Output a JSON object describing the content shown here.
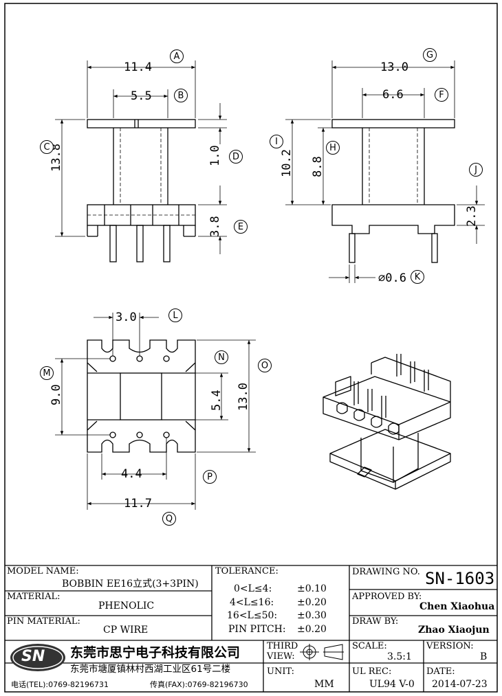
{
  "dimensions": {
    "a": "11.4",
    "b": "5.5",
    "c": "13.8",
    "d": "1.0",
    "e": "3.8",
    "g": "13.0",
    "f": "6.6",
    "i": "10.2",
    "h": "8.8",
    "j": "2.3",
    "k": "⌀0.6",
    "l": "3.0",
    "m": "9.0",
    "n": "5.4",
    "o": "13.0",
    "p": "4.4",
    "q": "11.7"
  },
  "labels": {
    "a": "A",
    "b": "B",
    "c": "C",
    "d": "D",
    "e": "E",
    "f": "F",
    "g": "G",
    "h": "H",
    "i": "I",
    "j": "J",
    "k": "K",
    "l": "L",
    "m": "M",
    "n": "N",
    "o": "O",
    "p": "P",
    "q": "Q"
  },
  "title_block": {
    "model_name_label": "MODEL NAME:",
    "model_name": "BOBBIN EE16立式(3+3PIN)",
    "material_label": "MATERIAL:",
    "material": "PHENOLIC",
    "pin_material_label": "PIN MATERIAL:",
    "pin_material": "CP WIRE",
    "tolerance_label": "TOLERANCE:",
    "tolerances": [
      {
        "range": "0<L≤4:",
        "value": "±0.10"
      },
      {
        "range": "4<L≤16:",
        "value": "±0.20"
      },
      {
        "range": "16<L≤50:",
        "value": "±0.30"
      },
      {
        "range": "PIN PITCH:",
        "value": "±0.20"
      }
    ],
    "drawing_no_label": "DRAWING NO.",
    "drawing_no": "SN-1603",
    "approved_by_label": "APPROVED BY:",
    "approved_by": "Chen Xiaohua",
    "draw_by_label": "DRAW BY:",
    "draw_by": "Zhao Xiaojun",
    "logo": "SN",
    "company_name": "东莞市思宁电子科技有限公司",
    "company_address": "东莞市塘厦镇林村西湖工业区61号二楼",
    "tel": "电话(TEL):0769-82196731",
    "fax": "传真(FAX):0769-82196730",
    "third_view_label_1": "THIRD",
    "third_view_label_2": "VIEW:",
    "unit_label": "UNIT:",
    "unit": "MM",
    "scale_label": "SCALE:",
    "scale": "3.5:1",
    "version_label": "VERSION:",
    "version": "B",
    "ul_rec_label": "UL REC:",
    "ul_rec": "UL94 V-0",
    "date_label": "DATE:",
    "date": "2014-07-23"
  }
}
